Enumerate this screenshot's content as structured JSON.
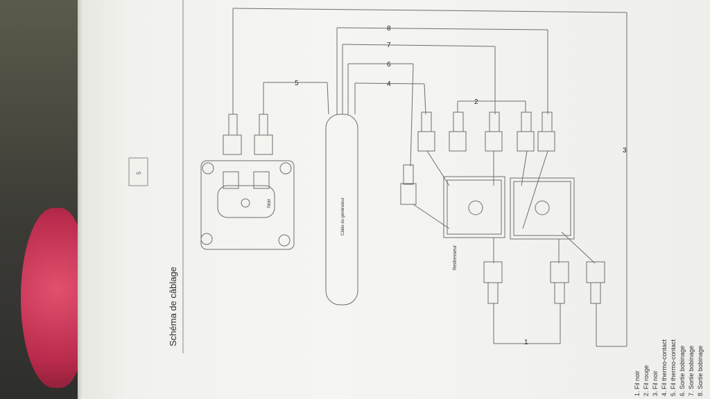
{
  "document": {
    "title": "Schéma de câblage",
    "labels": {
      "box_top": "5",
      "socket": "Noir",
      "cable": "Câble du générateur",
      "rectifier": "Redresseur"
    },
    "wire_numbers": [
      "1",
      "2",
      "3",
      "4",
      "5",
      "6",
      "7",
      "8"
    ],
    "legend": [
      "1.   Fil noir",
      "2.   Fil rouge",
      "3.   Fil noir",
      "4.   Fil thermo-contact",
      "5.   Fil thermo-contact",
      "6.   Sortie bobinage",
      "7.   Sortie bobinage",
      "8.   Sortie bobinage"
    ]
  }
}
